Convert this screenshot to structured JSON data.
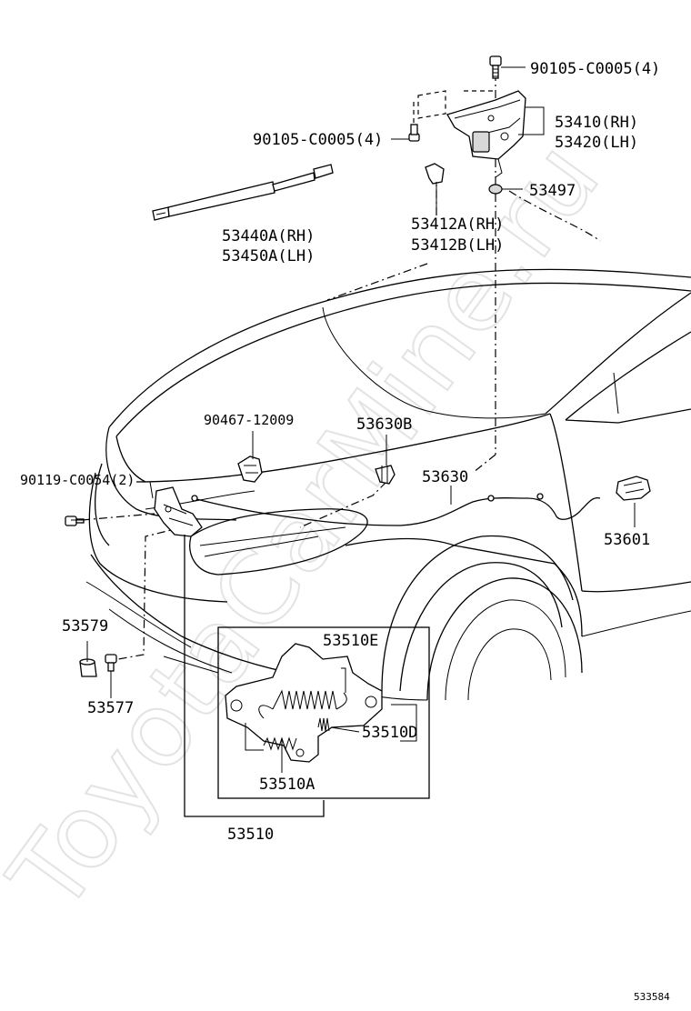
{
  "watermark": "ToyotaCarMine.ru",
  "callouts": {
    "bolt_top": "90105-C0005(4)",
    "hinge_rh": "53410(RH)",
    "hinge_lh": "53420(LH)",
    "bolt_left": "90105-C0005(4)",
    "cushion": "53497",
    "support_rh": "53440A(RH)",
    "support_lh": "53450A(LH)",
    "hinge_sub_a": "53412A(RH)",
    "hinge_sub_b": "53412B(LH)",
    "clamp": "90467-12009",
    "clip": "53630B",
    "cable": "53630",
    "bolt_lock": "90119-C0054(2)",
    "lever": "53601",
    "hook_part": "53579",
    "bolt_hook": "53577",
    "spring_e": "53510E",
    "spring_d": "53510D",
    "spring_a": "53510A",
    "lock_assy": "53510"
  },
  "footer": {
    "diagram_code": "533584"
  }
}
